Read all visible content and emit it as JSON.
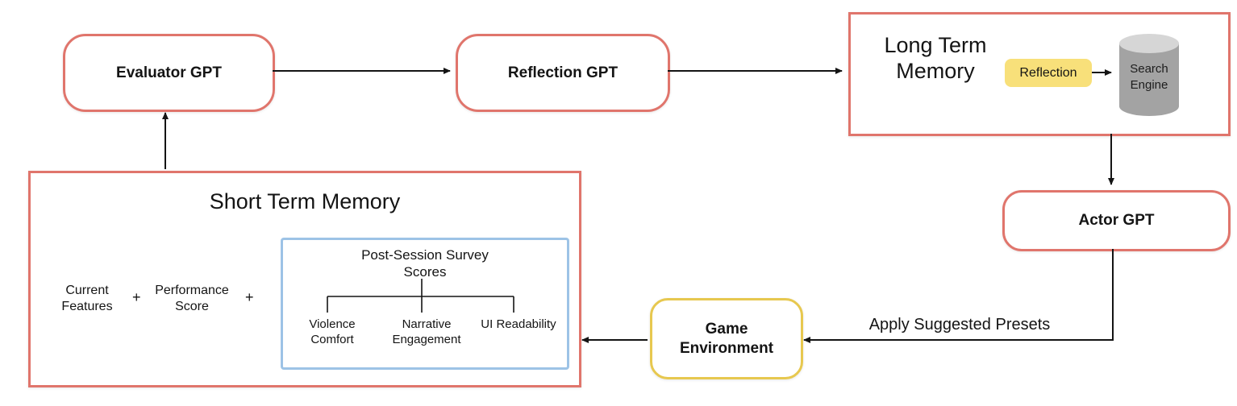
{
  "nodes": {
    "evaluator": {
      "label": "Evaluator GPT"
    },
    "reflection": {
      "label": "Reflection GPT"
    },
    "long_term_memory": {
      "label": "Long Term Memory",
      "badge": "Reflection",
      "search_engine": "Search Engine"
    },
    "actor": {
      "label": "Actor GPT"
    },
    "game_environment": {
      "label": "Game Environment"
    },
    "short_term_memory": {
      "title": "Short Term Memory",
      "items": [
        "Current Features",
        "Performance Score"
      ],
      "plus": "+",
      "survey": {
        "title": "Post-Session Survey Scores",
        "children": [
          "Violence Comfort",
          "Narrative Engagement",
          "UI Readability"
        ]
      }
    }
  },
  "edges": {
    "apply_label": "Apply Suggested Presets"
  },
  "colors": {
    "node_border_red": "#e0756c",
    "badge_yellow": "#f8e07a",
    "game_border_yellow": "#e7c84f",
    "survey_border_blue": "#9dc3e6",
    "cylinder_body": "#a3a3a3",
    "cylinder_top": "#d6d6d6",
    "arrow_black": "#141414"
  }
}
